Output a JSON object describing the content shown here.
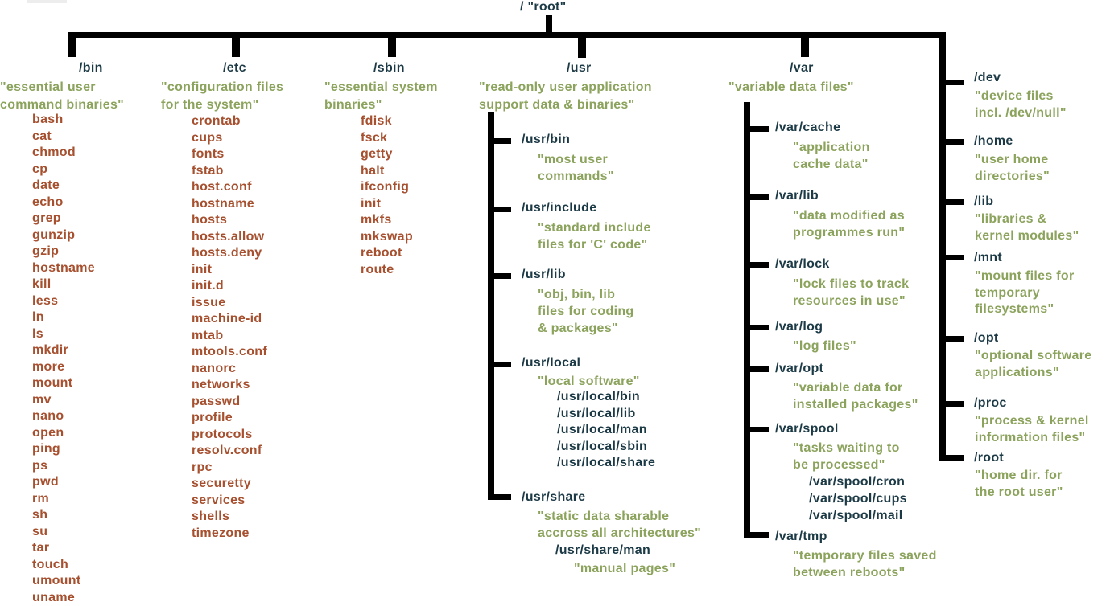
{
  "colors": {
    "directory": "#1c3a46",
    "description": "#8ba35c",
    "file": "#a6502f",
    "line": "#000000"
  },
  "root_label": "/ \"root\"",
  "bin": {
    "name": "/bin",
    "desc": [
      "\"essential user",
      "command binaries\""
    ],
    "items": [
      "bash",
      "cat",
      "chmod",
      "cp",
      "date",
      "echo",
      "grep",
      "gunzip",
      "gzip",
      "hostname",
      "kill",
      "less",
      "ln",
      "ls",
      "mkdir",
      "more",
      "mount",
      "mv",
      "nano",
      "open",
      "ping",
      "ps",
      "pwd",
      "rm",
      "sh",
      "su",
      "tar",
      "touch",
      "umount",
      "uname"
    ]
  },
  "etc": {
    "name": "/etc",
    "desc": [
      "\"configuration files",
      "for the system\""
    ],
    "items": [
      "crontab",
      "cups",
      "fonts",
      "fstab",
      "host.conf",
      "hostname",
      "hosts",
      "hosts.allow",
      "hosts.deny",
      "init",
      "init.d",
      "issue",
      "machine-id",
      "mtab",
      "mtools.conf",
      "nanorc",
      "networks",
      "passwd",
      "profile",
      "protocols",
      "resolv.conf",
      "rpc",
      "securetty",
      "services",
      "shells",
      "timezone"
    ]
  },
  "sbin": {
    "name": "/sbin",
    "desc": [
      "\"essential system",
      "binaries\""
    ],
    "items": [
      "fdisk",
      "fsck",
      "getty",
      "halt",
      "ifconfig",
      "init",
      "mkfs",
      "mkswap",
      "reboot",
      "route"
    ]
  },
  "usr": {
    "name": "/usr",
    "desc": [
      "\"read-only user application",
      "support data & binaries\""
    ],
    "bin": {
      "name": "/usr/bin",
      "desc": [
        "\"most user",
        "commands\""
      ]
    },
    "include": {
      "name": "/usr/include",
      "desc": [
        "\"standard include",
        "files for 'C' code\""
      ]
    },
    "lib": {
      "name": "/usr/lib",
      "desc": [
        "\"obj, bin, lib",
        "files for coding",
        "& packages\""
      ]
    },
    "local": {
      "name": "/usr/local",
      "desc": [
        "\"local software\""
      ],
      "subdirs": [
        "/usr/local/bin",
        "/usr/local/lib",
        "/usr/local/man",
        "/usr/local/sbin",
        "/usr/local/share"
      ]
    },
    "share": {
      "name": "/usr/share",
      "desc": [
        "\"static data sharable",
        "accross all architectures\""
      ],
      "man": {
        "name": "/usr/share/man",
        "desc": "\"manual pages\""
      }
    }
  },
  "var": {
    "name": "/var",
    "desc": [
      "\"variable data files\""
    ],
    "cache": {
      "name": "/var/cache",
      "desc": [
        "\"application",
        "cache data\""
      ]
    },
    "lib": {
      "name": "/var/lib",
      "desc": [
        "\"data modified as",
        "programmes run\""
      ]
    },
    "lock": {
      "name": "/var/lock",
      "desc": [
        "\"lock files to track",
        "resources in use\""
      ]
    },
    "log": {
      "name": "/var/log",
      "desc": [
        "\"log files\""
      ]
    },
    "opt": {
      "name": "/var/opt",
      "desc": [
        "\"variable data for",
        "installed packages\""
      ]
    },
    "spool": {
      "name": "/var/spool",
      "desc": [
        "\"tasks waiting to",
        "be processed\""
      ],
      "subdirs": [
        "/var/spool/cron",
        "/var/spool/cups",
        "/var/spool/mail"
      ]
    },
    "tmp": {
      "name": "/var/tmp",
      "desc": [
        "\"temporary files saved",
        "between reboots\""
      ]
    }
  },
  "rightcol": [
    {
      "name": "/dev",
      "desc": [
        "\"device files",
        "incl. /dev/null\""
      ]
    },
    {
      "name": "/home",
      "desc": [
        "\"user home",
        "directories\""
      ]
    },
    {
      "name": "/lib",
      "desc": [
        "\"libraries &",
        "kernel modules\""
      ]
    },
    {
      "name": "/mnt",
      "desc": [
        "\"mount files for",
        "temporary",
        "filesystems\""
      ]
    },
    {
      "name": "/opt",
      "desc": [
        "\"optional software",
        "applications\""
      ]
    },
    {
      "name": "/proc",
      "desc": [
        "\"process & kernel",
        "information files\""
      ]
    },
    {
      "name": "/root",
      "desc": [
        "\"home dir. for",
        "the root user\""
      ]
    }
  ]
}
